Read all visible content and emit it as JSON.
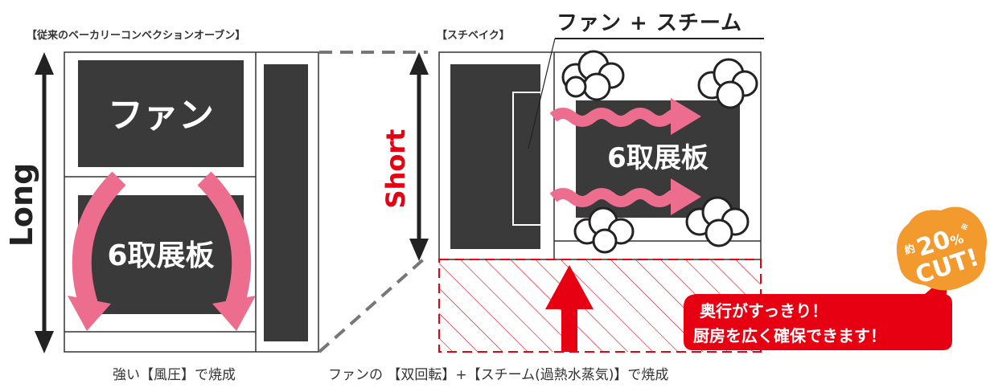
{
  "left_panel": {
    "title": "【従来のベーカリーコンベクションオーブン】",
    "fan_label": "ファン",
    "tray_label": "6取展板",
    "dimension_label": "Long",
    "caption": "強い【風圧】で焼成"
  },
  "right_panel": {
    "title": "【スチベイク】",
    "fan_steam_label": "ファン + スチーム",
    "tray_label": "6取展板",
    "dimension_label": "Short",
    "caption": "ファンの 【双回転】+【スチーム(過熱水蒸気)】で焼成"
  },
  "callout": {
    "line1": "奥行がすっきり！",
    "line2": "厨房を広く確保できます！"
  },
  "badge": {
    "prefix": "約",
    "value": "20",
    "unit": "%",
    "note": "※",
    "cut": "CUT!"
  },
  "colors": {
    "dark_gray": "#3a3a3a",
    "pink": "#ec6d8e",
    "red": "#e60012",
    "orange": "#f29a2e",
    "outline": "#333333"
  }
}
